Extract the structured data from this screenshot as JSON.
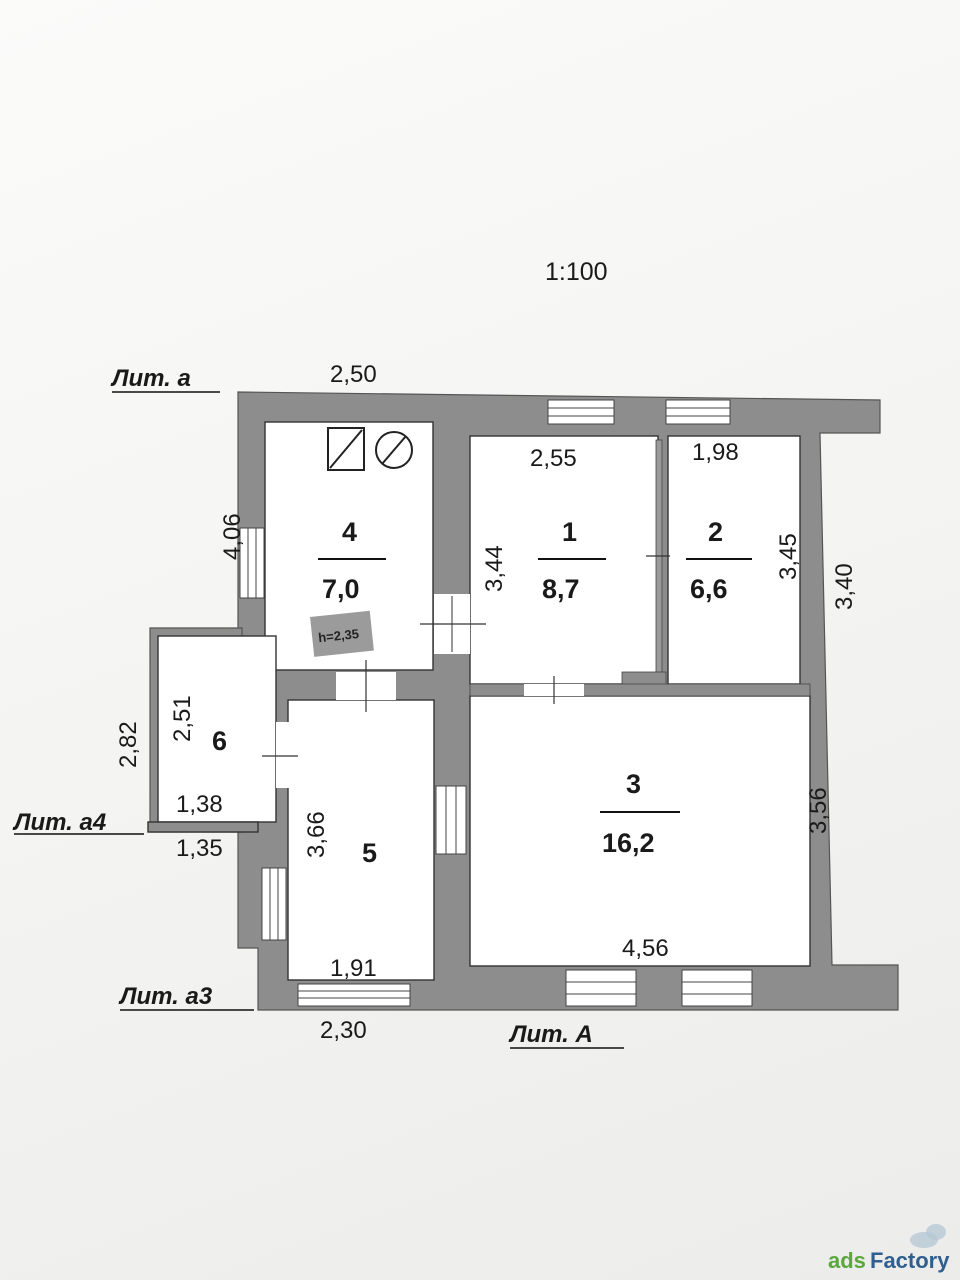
{
  "scale": "1:100",
  "labels": {
    "lit_a": "Лит. а",
    "lit_a4": "Лит. а4",
    "lit_a3": "Лит. а3",
    "lit_A": "Лит. А"
  },
  "rooms": [
    {
      "num": "1",
      "area": "8,7"
    },
    {
      "num": "2",
      "area": "6,6"
    },
    {
      "num": "3",
      "area": "16,2"
    },
    {
      "num": "4",
      "area": "7,0"
    },
    {
      "num": "5",
      "area": ""
    },
    {
      "num": "6",
      "area": ""
    }
  ],
  "height_note": "h=2,35",
  "dims": {
    "top_2_50": "2,50",
    "room1_width": "2,55",
    "room2_width": "1,98",
    "room4_height": "4,06",
    "room1_height": "3,44",
    "room2_height": "3,45",
    "outer_right": "3,40",
    "lita4_outer": "2,82",
    "room6_height": "2,51",
    "room6_width": "1,38",
    "lita4_width": "1,35",
    "room5_height": "3,66",
    "room3_height": "3,56",
    "room5_width": "1,91",
    "room3_width": "4,56",
    "lita3_width": "2,30"
  },
  "watermark": {
    "brand_a": "ads",
    "brand_b": "Factory"
  }
}
